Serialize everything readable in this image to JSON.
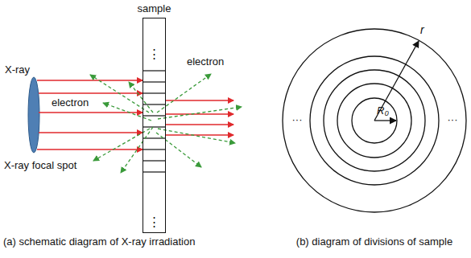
{
  "diagram": {
    "nodes": [
      {
        "text": [
          "sample",
          "⋮",
          "⋮"
        ]
      }
    ],
    "labels": [
      "X-ray",
      "electron",
      "X-ray focal spot",
      "electron",
      "(a) schematic diagram of X-ray irradiation",
      "(b) diagram of divisions of sample",
      "r",
      "R₀",
      "···",
      "···"
    ]
  }
}
